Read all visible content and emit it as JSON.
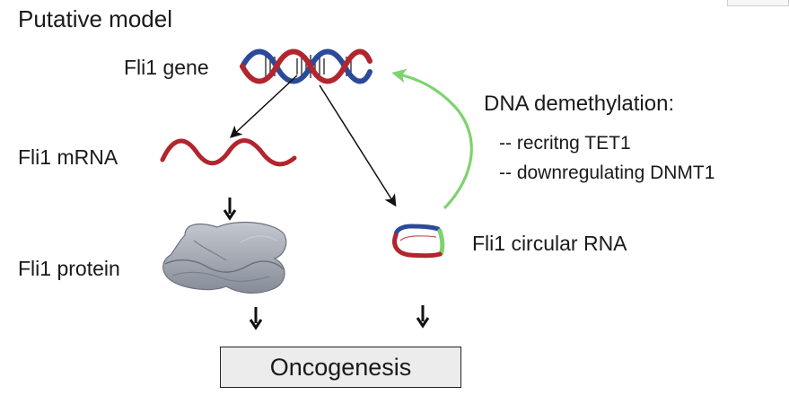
{
  "title": "Putative model",
  "labels": {
    "gene": "Fli1 gene",
    "mrna": "Fli1 mRNA",
    "protein": "Fli1 protein",
    "circular_rna": "Fli1 circular RNA"
  },
  "demethylation": {
    "heading": "DNA demethylation:",
    "items": [
      "-- recritng TET1",
      "-- downregulating DNMT1"
    ]
  },
  "outcome": "Oncogenesis",
  "colors": {
    "dna_red": "#b3252e",
    "dna_blue": "#2c4a9a",
    "feedback_green": "#7ed36f",
    "protein_gray": "#9aa0aa",
    "box_fill": "#ececec"
  },
  "icons": [
    "dna-double-helix-icon",
    "mrna-strand-icon",
    "protein-ribbon-icon",
    "circular-rna-icon"
  ]
}
